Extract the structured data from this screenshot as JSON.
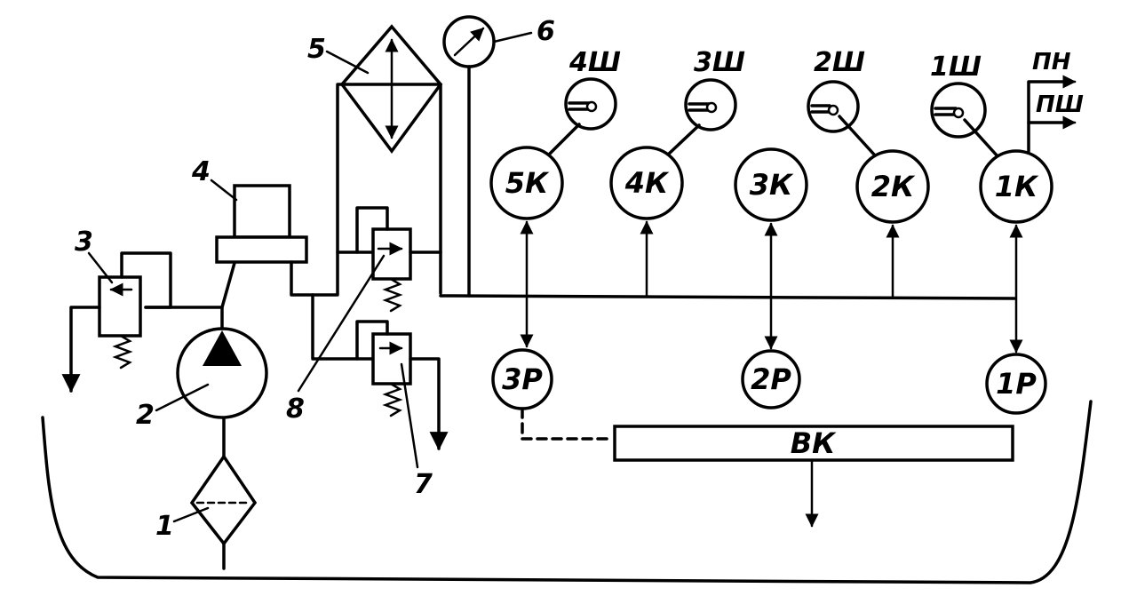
{
  "diagram": {
    "component_numbers": [
      "1",
      "2",
      "3",
      "4",
      "5",
      "6",
      "7",
      "8"
    ],
    "clutches": [
      "5К",
      "4К",
      "3К",
      "2К",
      "1К"
    ],
    "shift_mechanisms": [
      "4Ш",
      "3Ш",
      "2Ш",
      "1Ш"
    ],
    "distributors": [
      "3Р",
      "2Р",
      "1Р"
    ],
    "block_label": "ВК",
    "outlets": [
      "ПН",
      "ПШ"
    ],
    "colors": {
      "ink": "#000000",
      "paper": "#ffffff"
    }
  }
}
